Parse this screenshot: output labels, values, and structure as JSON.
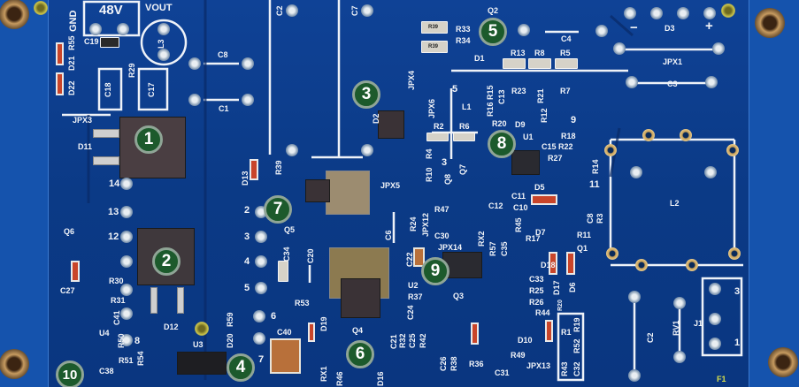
{
  "callouts": [
    "1",
    "2",
    "3",
    "4",
    "5",
    "6",
    "7",
    "8",
    "9",
    "10"
  ],
  "colors": {
    "board": "#0b3a86",
    "silkscreen": "#f2f4f8",
    "callout_fill": "#1c5a2c",
    "callout_ring": "#8fa596"
  },
  "silkscreen": {
    "v48": "48V",
    "vout": "VOUT",
    "gnd": "GND",
    "c19": "C19",
    "l3": "L3",
    "c8a": "C8",
    "c1": "C1",
    "r29": "R29",
    "c18": "C18",
    "c17": "C17",
    "r55": "R55",
    "d21": "D21",
    "d22": "D22",
    "jpx3": "JPX3",
    "d11": "D11",
    "p14": "14",
    "p13": "13",
    "p12": "12",
    "d12": "D12",
    "q6": "Q6",
    "c27": "C27",
    "r30": "R30",
    "r31": "R31",
    "c41": "C41",
    "u4": "U4",
    "r50": "R50",
    "p8": "8",
    "r51": "R51",
    "c38": "C38",
    "c2a": "C2",
    "c7": "C7",
    "d2": "D2",
    "d13": "D13",
    "r39": "R39",
    "jpx5": "JPX5",
    "q5": "Q5",
    "p2": "2",
    "p3": "3",
    "p4": "4",
    "p5": "5",
    "p6": "6",
    "p7": "7",
    "c34": "C34",
    "c20": "C20",
    "c6": "C6",
    "r53": "R53",
    "d19": "D19",
    "c40": "C40",
    "r59": "R59",
    "d20": "D20",
    "u3": "U3",
    "r54": "R54",
    "q4": "Q4",
    "rx1": "RX1",
    "d16": "D16",
    "r46": "R46",
    "c21": "C21",
    "q2": "Q2",
    "r33": "R33",
    "r34": "R34",
    "d1": "D1",
    "r13": "R13",
    "r8": "R8",
    "r5": "R5",
    "c4": "C4",
    "d3": "D3",
    "jpx1": "JPX1",
    "c3": "C3",
    "minus": "−",
    "plus": "+",
    "jpx4": "JPX4",
    "jpx6": "JPX6",
    "l1": "L1",
    "p5b": "5",
    "r2": "R2",
    "r6": "R6",
    "r23": "R23",
    "c13": "C13",
    "r21": "R21",
    "r16r15": "R16 R15",
    "r20": "R20",
    "d9": "D9",
    "r7": "R7",
    "r12": "R12",
    "p9": "9",
    "u1": "U1",
    "r18": "R18",
    "c15r22": "C15 R22",
    "r27": "R27",
    "r14": "R14",
    "p11": "11",
    "d5": "D5",
    "l2": "L2",
    "r4": "R4",
    "r10": "R10",
    "q8": "Q8",
    "q7": "Q7",
    "p3b": "3",
    "r47": "R47",
    "c11": "C11",
    "c12": "C12",
    "c10": "C10",
    "r45": "R45",
    "d7": "D7",
    "r11": "R11",
    "q1": "Q1",
    "c8b": "C8",
    "r3": "R3",
    "r24": "R24",
    "jpx12": "JPX12",
    "c30": "C30",
    "jpx14": "JPX14",
    "rx2": "RX2",
    "r57": "R57",
    "c35": "C35",
    "r17": "R17",
    "d18": "D18",
    "c22": "C22",
    "c33": "C33",
    "r25": "R25",
    "r26": "R26",
    "d17": "D17",
    "d6": "D6",
    "u2": "U2",
    "r37": "R37",
    "q3": "Q3",
    "r44": "R44",
    "r20b": "R20",
    "d10": "D10",
    "r1": "R1",
    "r19": "R19",
    "r52": "R52",
    "c32": "C32",
    "r43": "R43",
    "c24": "C24",
    "r32": "R32",
    "c25": "C25",
    "r42": "R42",
    "c26": "C26",
    "r38": "R38",
    "r36": "R36",
    "r49": "R49",
    "c31": "C31",
    "jpx13": "JPX13",
    "c2b": "C2",
    "rv1": "RV1",
    "j1": "J1",
    "j1p3": "3",
    "j1p1": "1",
    "f1": "F1",
    "r39v1": "R39",
    "r39v2": "R39"
  }
}
